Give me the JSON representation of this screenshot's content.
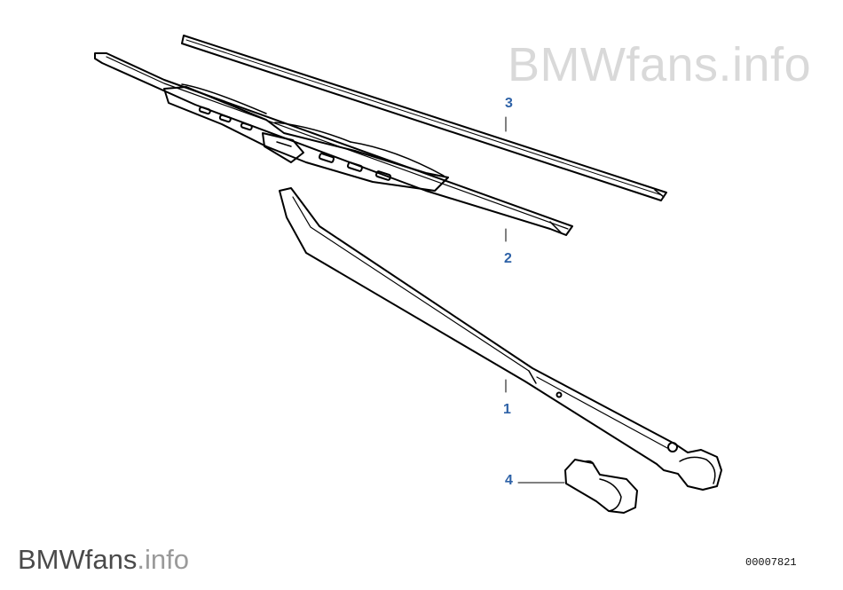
{
  "watermark": {
    "brand": "BMWfans",
    "tld": ".info"
  },
  "callouts": [
    {
      "id": "3",
      "label": "3"
    },
    {
      "id": "2",
      "label": "2"
    },
    {
      "id": "1",
      "label": "1"
    },
    {
      "id": "4",
      "label": "4"
    }
  ],
  "diagram_id": "00007821",
  "colors": {
    "callout": "#2e62a7",
    "line": "#000000",
    "watermark_light": "#d9d9d9"
  }
}
